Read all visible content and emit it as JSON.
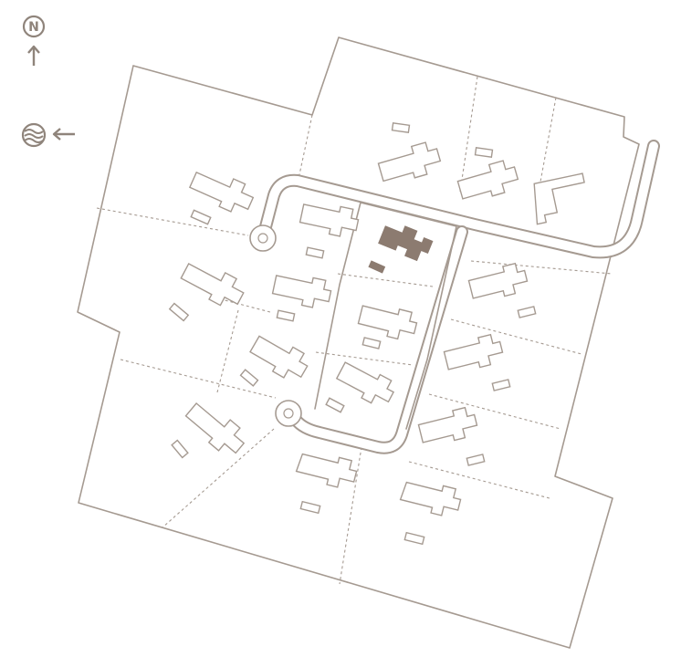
{
  "compass": {
    "letter": "N",
    "icon": "north-arrow-icon"
  },
  "sea_indicator": {
    "icon": "sea-waves-icon",
    "arrow": "left-arrow-icon"
  },
  "colors": {
    "line": "#a59a91",
    "highlight": "#8c7b70",
    "background": "#ffffff"
  },
  "map": {
    "description_icon": "site-plan",
    "highlighted_plot": "central-plot"
  }
}
